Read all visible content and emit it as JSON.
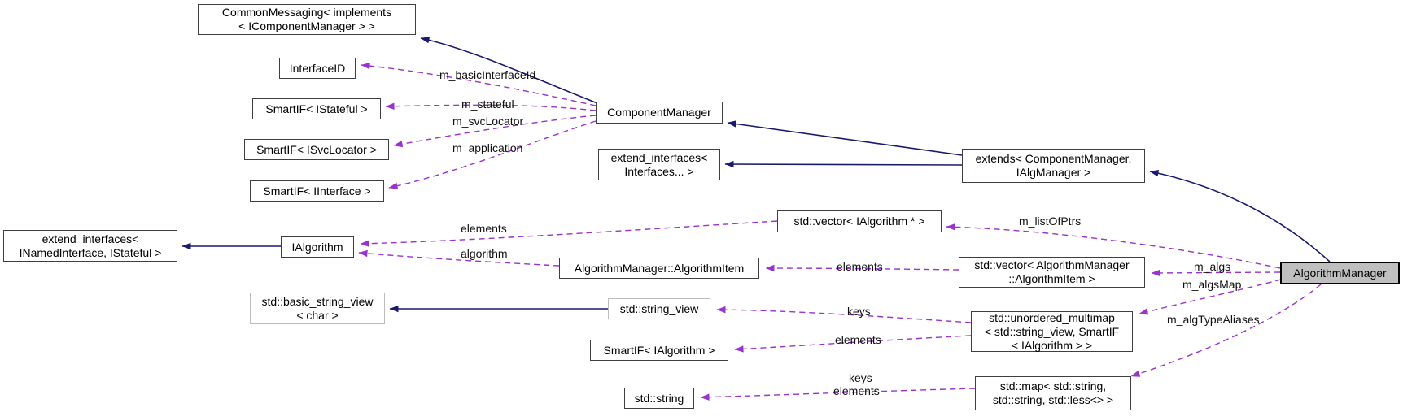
{
  "diagram": {
    "kind": "collaboration-graph",
    "colors": {
      "inheritance_edge": "#191970",
      "usage_edge": "#9a32cd",
      "selected_node_fill": "#bfbfbf",
      "node_border": "#3f3f3f",
      "external_node_border": "#bcbcbc"
    },
    "nodes": {
      "common_messaging": {
        "line1": "CommonMessaging< implements",
        "line2": "< IComponentManager > >"
      },
      "interface_id": {
        "line1": "InterfaceID"
      },
      "smartif_istateful": {
        "line1": "SmartIF< IStateful >"
      },
      "smartif_isvclocator": {
        "line1": "SmartIF< ISvcLocator >"
      },
      "smartif_iinterface": {
        "line1": "SmartIF< IInterface >"
      },
      "extend_interfaces_named": {
        "line1": "extend_interfaces<",
        "line2": "INamedInterface, IStateful >"
      },
      "ialgorithm": {
        "line1": "IAlgorithm"
      },
      "basic_string_view": {
        "line1": "std::basic_string_view",
        "line2": "< char >"
      },
      "component_manager": {
        "line1": "ComponentManager"
      },
      "extend_interfaces_var": {
        "line1": "extend_interfaces<",
        "line2": "Interfaces... >"
      },
      "extends_cm": {
        "line1": "extends< ComponentManager,",
        "line2": "IAlgManager >"
      },
      "vector_ialgorithm": {
        "line1": "std::vector< IAlgorithm * >"
      },
      "algorithm_item": {
        "line1": "AlgorithmManager::AlgorithmItem"
      },
      "vector_algorithm_item": {
        "line1": "std::vector< AlgorithmManager",
        "line2": "::AlgorithmItem >"
      },
      "algorithm_manager": {
        "line1": "AlgorithmManager"
      },
      "string_view": {
        "line1": "std::string_view"
      },
      "unordered_multimap": {
        "line1": "std::unordered_multimap",
        "line2": "< std::string_view, SmartIF",
        "line3": "< IAlgorithm > >"
      },
      "smartif_ialgorithm": {
        "line1": "SmartIF< IAlgorithm >"
      },
      "std_string": {
        "line1": "std::string"
      },
      "std_map": {
        "line1": "std::map< std::string,",
        "line2": "std::string, std::less<> >"
      }
    },
    "edge_labels": {
      "m_basic_interface_id": "m_basicInterfaceId",
      "m_stateful": "m_stateful",
      "m_svc_locator": "m_svcLocator",
      "m_application": "m_application",
      "elements_vector_ialgorithm": "elements",
      "algorithm": "algorithm",
      "m_list_of_ptrs": "m_listOfPtrs",
      "elements_vector_item": "elements",
      "m_algs": "m_algs",
      "m_algs_map": "m_algsMap",
      "m_alg_type_aliases": "m_algTypeAliases",
      "keys_multimap": "keys",
      "elements_multimap": "elements",
      "keys_map": "keys",
      "elements_map": "elements"
    }
  }
}
